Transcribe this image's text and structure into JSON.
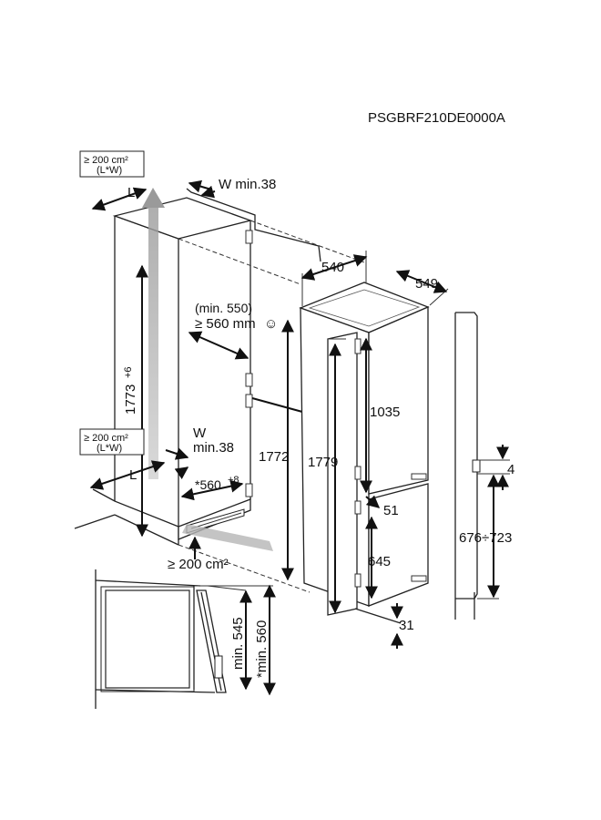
{
  "model_code": "PSGBRF210DE0000A",
  "labels": {
    "vent_top_area": "≥ 200 cm²",
    "vent_top_formula": "(L*W)",
    "vent_bottom_area": "≥ 200 cm²",
    "vent_bottom_formula": "(L*W)",
    "top_L": "L",
    "top_W": "W min.38",
    "min_550": "(min. 550)",
    "min_560": "≥ 560 mm",
    "smiley": "☺",
    "height_1773": "1773",
    "height_1773_tol": "+6",
    "bottom_W": "W",
    "bottom_W_min": "min.38",
    "bottom_L": "L",
    "depth_560": "*560",
    "depth_560_tol": "+8",
    "floor_vent": "≥ 200 cm²",
    "height_1772": "1772",
    "width_540": "540",
    "depth_549": "549",
    "height_1779": "1779",
    "freezer_1035": "1035",
    "gap_51": "51",
    "fridge_645": "645",
    "gap_31": "31",
    "gap_4": "4",
    "range_676_723": "676÷723",
    "side_min_545": "min. 545",
    "side_min_560": "*min. 560"
  }
}
